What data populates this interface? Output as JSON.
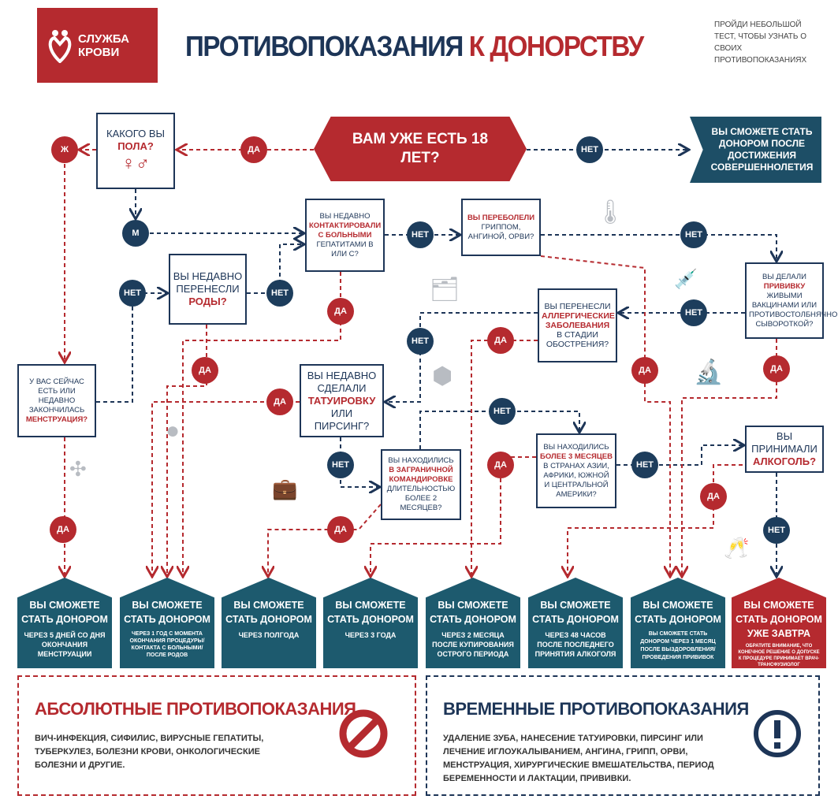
{
  "logo": {
    "text": "СЛУЖБА КРОВИ"
  },
  "title": {
    "part1": "ПРОТИВОПОКАЗАНИЯ",
    "part2": "К ДОНОРСТВУ"
  },
  "note": "ПРОЙДИ НЕБОЛЬШОЙ ТЕСТ, ЧТОБЫ УЗНАТЬ О СВОИХ ПРОТИВОПОКАЗАНИЯХ",
  "labels": {
    "yes": "ДА",
    "no": "НЕТ",
    "female": "Ж",
    "male": "М"
  },
  "start": "ВАМ УЖЕ ЕСТЬ 18 ЛЕТ?",
  "adult": "ВЫ СМОЖЕТЕ СТАТЬ ДОНОРОМ ПОСЛЕ ДОСТИЖЕНИЯ СОВЕРШЕННОЛЕТИЯ",
  "questions": {
    "gender": {
      "a": "КАКОГО ВЫ ",
      "h": "ПОЛА?",
      "b": "",
      "sym": "♀♂"
    },
    "hepatitis": {
      "a": "ВЫ НЕДАВНО ",
      "h": "КОНТАКТИРОВАЛИ С БОЛЬНЫМИ",
      "b": " ГЕПАТИТАМИ В ИЛИ С?"
    },
    "flu": {
      "a": "",
      "h": "ВЫ ПЕРЕБОЛЕЛИ",
      "b": " ГРИППОМ, АНГИНОЙ, ОРВИ?"
    },
    "vaccine": {
      "a": "ВЫ ДЕЛАЛИ ",
      "h": "ПРИВИВКУ",
      "b": " ЖИВЫМИ ВАКЦИНАМИ ИЛИ ПРОТИВОСТОЛБНЯЧНОЙ СЫВОРОТКОЙ?"
    },
    "birth": {
      "a": "ВЫ НЕДАВНО ПЕРЕНЕСЛИ ",
      "h": "РОДЫ?",
      "b": ""
    },
    "allergy": {
      "a": "ВЫ ПЕРЕНЕСЛИ ",
      "h": "АЛЛЕРГИЧЕСКИЕ ЗАБОЛЕВАНИЯ",
      "b": " В СТАДИИ ОБОСТРЕНИЯ?"
    },
    "menstruation": {
      "a": "У ВАС СЕЙЧАС ЕСТЬ ИЛИ НЕДАВНО ЗАКОНЧИЛАСЬ ",
      "h": "МЕНСТРУАЦИЯ?",
      "b": ""
    },
    "tattoo": {
      "a": "ВЫ НЕДАВНО СДЕЛАЛИ ",
      "h": "ТАТУИРОВКУ",
      "b": " ИЛИ ПИРСИНГ?"
    },
    "trip": {
      "a": "ВЫ НАХОДИЛИСЬ ",
      "h": "В ЗАГРАНИЧНОЙ КОМАНДИРОВКЕ",
      "b": " ДЛИТЕЛЬНОСТЬЮ БОЛЕЕ 2 МЕСЯЦЕВ?"
    },
    "asia": {
      "a": "ВЫ НАХОДИЛИСЬ ",
      "h": "БОЛЕЕ 3 МЕСЯЦЕВ",
      "b": " В СТРАНАХ АЗИИ, АФРИКИ, ЮЖНОЙ И ЦЕНТРАЛЬНОЙ АМЕРИКИ?"
    },
    "alcohol": {
      "a": "ВЫ ПРИНИМАЛИ ",
      "h": "АЛКОГОЛЬ?",
      "b": ""
    }
  },
  "outcomes": [
    {
      "title": "ВЫ СМОЖЕТЕ СТАТЬ ДОНОРОМ",
      "detail": "ЧЕРЕЗ 5 ДНЕЙ СО ДНЯ ОКОНЧАНИЯ МЕНСТРУАЦИИ"
    },
    {
      "title": "ВЫ СМОЖЕТЕ СТАТЬ ДОНОРОМ",
      "detail": "ЧЕРЕЗ 1 ГОД С МОМЕНТА ОКОНЧАНИЯ ПРОЦЕДУРЫ/ КОНТАКТА С БОЛЬНЫМИ/ ПОСЛЕ РОДОВ"
    },
    {
      "title": "ВЫ СМОЖЕТЕ СТАТЬ ДОНОРОМ",
      "detail": "ЧЕРЕЗ ПОЛГОДА"
    },
    {
      "title": "ВЫ СМОЖЕТЕ СТАТЬ ДОНОРОМ",
      "detail": "ЧЕРЕЗ 3 ГОДА"
    },
    {
      "title": "ВЫ СМОЖЕТЕ СТАТЬ ДОНОРОМ",
      "detail": "ЧЕРЕЗ 2 МЕСЯЦА ПОСЛЕ КУПИРОВАНИЯ ОСТРОГО ПЕРИОДА"
    },
    {
      "title": "ВЫ СМОЖЕТЕ СТАТЬ ДОНОРОМ",
      "detail": "ЧЕРЕЗ 48 ЧАСОВ ПОСЛЕ ПОСЛЕДНЕГО ПРИНЯТИЯ АЛКОГОЛЯ"
    },
    {
      "title": "ВЫ СМОЖЕТЕ СТАТЬ ДОНОРОМ",
      "detail": "ВЫ СМОЖЕТЕ СТАТЬ ДОНОРОМ ЧЕРЕЗ 1 МЕСЯЦ ПОСЛЕ ВЫЗДОРОВЛЕНИЯ/ ПРОВЕДЕНИЯ ПРИВИВОК"
    },
    {
      "title": "ВЫ СМОЖЕТЕ СТАТЬ ДОНОРОМ УЖЕ ЗАВТРА",
      "detail": "ОБРАТИТЕ ВНИМАНИЕ, ЧТО КОНЕЧНОЕ РЕШЕНИЕ О ДОПУСКЕ К ПРОЦЕДУРЕ ПРИНИМАЕТ ВРАЧ-ТРАНСФУЗИОЛОГ"
    }
  ],
  "absolute": {
    "title": "АБСОЛЮТНЫЕ ПРОТИВОПОКАЗАНИЯ",
    "text": "ВИЧ-ИНФЕКЦИЯ, СИФИЛИС, ВИРУСНЫЕ ГЕПАТИТЫ, ТУБЕРКУЛЕЗ, БОЛЕЗНИ КРОВИ, ОНКОЛОГИЧЕСКИЕ БОЛЕЗНИ И ДРУГИЕ."
  },
  "temporary": {
    "title": "ВРЕМЕННЫЕ ПРОТИВОПОКАЗАНИЯ",
    "text": "УДАЛЕНИЕ ЗУБА, НАНЕСЕНИЕ ТАТУИРОВКИ, ПИРСИНГ ИЛИ ЛЕЧЕНИЕ ИГЛОУКАЛЫВАНИЕМ, АНГИНА, ГРИПП, ОРВИ, МЕНСТРУАЦИЯ, ХИРУРГИЧЕСКИЕ ВМЕШАТЕЛЬСТВА, ПЕРИОД БЕРЕМЕННОСТИ И ЛАКТАЦИИ, ПРИВИВКИ."
  },
  "colors": {
    "red": "#b52a2f",
    "navy": "#1d3557",
    "teal": "#1d5a6e"
  }
}
